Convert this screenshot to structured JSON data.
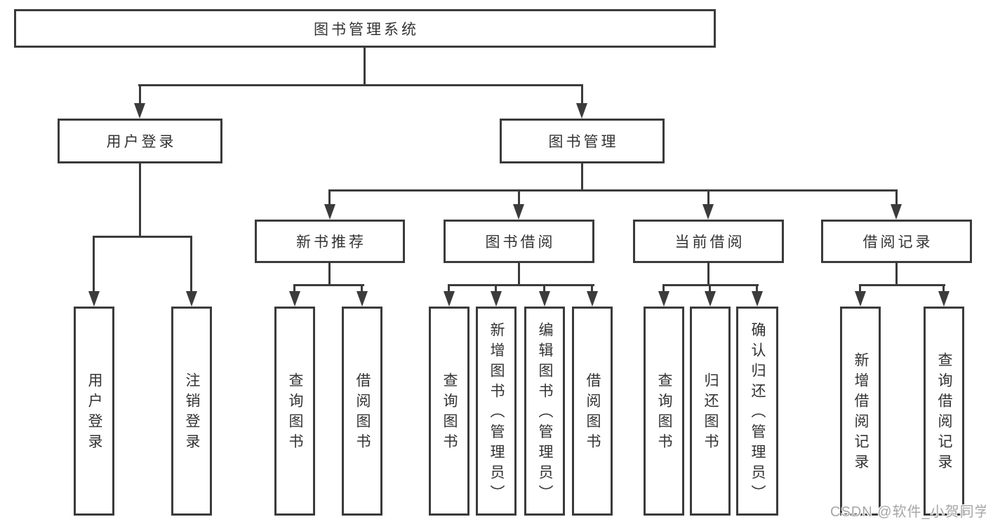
{
  "tree": {
    "label": "图书管理系统",
    "children": [
      {
        "label": "用户登录",
        "children": [
          {
            "label": "用户登录"
          },
          {
            "label": "注销登录"
          }
        ]
      },
      {
        "label": "图书管理",
        "children": [
          {
            "label": "新书推荐",
            "children": [
              {
                "label": "查询图书"
              },
              {
                "label": "借阅图书"
              }
            ]
          },
          {
            "label": "图书借阅",
            "children": [
              {
                "label": "查询图书"
              },
              {
                "label": "新增图书（管理员）"
              },
              {
                "label": "编辑图书（管理员）"
              },
              {
                "label": "借阅图书"
              }
            ]
          },
          {
            "label": "当前借阅",
            "children": [
              {
                "label": "查询图书"
              },
              {
                "label": "归还图书"
              },
              {
                "label": "确认归还（管理员）"
              }
            ]
          },
          {
            "label": "借阅记录",
            "children": [
              {
                "label": "新增借阅记录"
              },
              {
                "label": "查询借阅记录"
              }
            ]
          }
        ]
      }
    ]
  },
  "watermark": "CSDN @软件_小贺同学",
  "colors": {
    "line": "#3b3b3b",
    "text": "#333333",
    "background": "#ffffff",
    "watermark": "#a6a6a6"
  }
}
